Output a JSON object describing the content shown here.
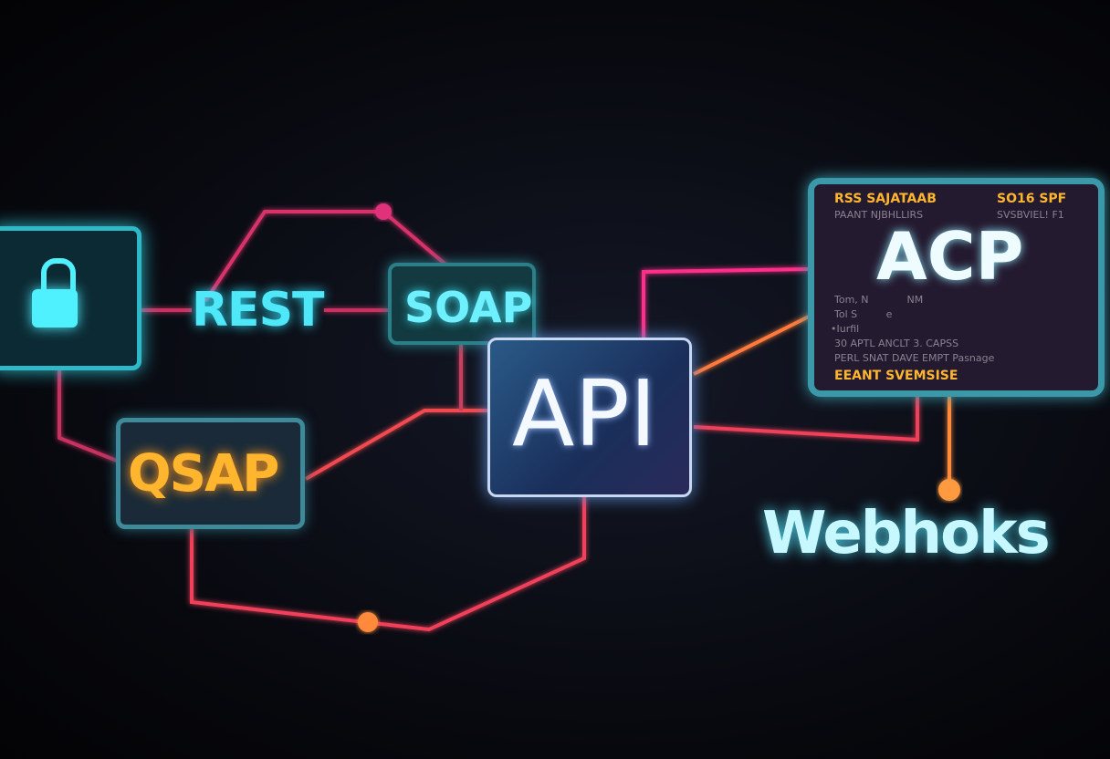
{
  "nodes": {
    "lock": {
      "icon": "lock-icon"
    },
    "rest": {
      "label": "REST"
    },
    "soap": {
      "label": "SOAP"
    },
    "qsap": {
      "label": "QSAP"
    },
    "api": {
      "label": "API"
    },
    "acp": {
      "label": "ACP",
      "header_left": "RSS SAJATAAB",
      "header_right": "SO16 SPF",
      "sub_left": "PAANT NJBHLLIRS",
      "sub_right": "SVSBVIEL! F1",
      "line1": "Tom, N            NM",
      "line2": "Tol S         e",
      "line3": "•Iurfil",
      "line4": "30 APTL ANCLT 3. CAPSS",
      "line5": "PERL SNAT DAVE EMPT Pasnage",
      "footer": "EEANT SVEMSISE"
    },
    "webhooks": {
      "label": "Webhoks"
    }
  },
  "colors": {
    "cyan": "#3fd8e8",
    "pink": "#ff2f8a",
    "orange": "#ff8a3a",
    "yellow": "#ffb52e"
  }
}
